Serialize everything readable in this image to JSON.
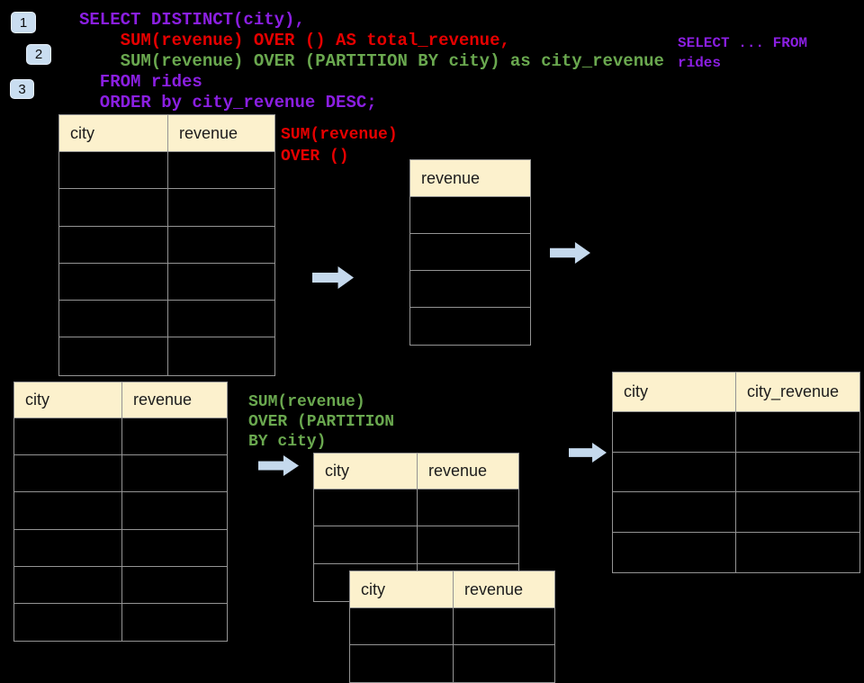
{
  "colors": {
    "background": "#000000",
    "purple": "#8B1FE2",
    "red": "#E60000",
    "green": "#6AA84F",
    "table-header-bg": "#FCF1CD",
    "table-border": "#949494",
    "arrow": "#C5D9ED",
    "badge-bg": "#C9DDF0"
  },
  "badges": {
    "labels": [
      "1",
      "2",
      "3"
    ]
  },
  "code_main": {
    "lines": [
      {
        "text": "SELECT DISTINCT(city),",
        "color": "purple"
      },
      {
        "text": "    SUM(revenue) OVER () AS total_revenue,",
        "color": "red"
      },
      {
        "text": "    SUM(revenue) OVER (PARTITION BY city) as city_revenue",
        "color": "green"
      },
      {
        "text": "  FROM rides",
        "color": "purple"
      },
      {
        "text": "  ORDER by city_revenue DESC;",
        "color": "purple"
      }
    ]
  },
  "code_side": {
    "lines": [
      {
        "text": "SELECT ... FROM",
        "color": "purple"
      },
      {
        "text": "rides",
        "color": "purple"
      }
    ]
  },
  "annotations": {
    "total_revenue_note": {
      "lines": [
        {
          "text": "SUM(revenue)",
          "color": "red"
        },
        {
          "text": "OVER ()",
          "color": "red"
        }
      ]
    },
    "partition_note": {
      "lines": [
        {
          "text": "SUM(revenue)",
          "color": "green"
        },
        {
          "text": "OVER (PARTITION",
          "color": "green"
        },
        {
          "text": "BY city)",
          "color": "green"
        }
      ]
    }
  },
  "tables": {
    "source_top": {
      "headers": [
        "city",
        "revenue"
      ],
      "row_count": 6
    },
    "total_revenue": {
      "headers": [
        "revenue"
      ],
      "row_count": 4
    },
    "source_bottom": {
      "headers": [
        "city",
        "revenue"
      ],
      "row_count": 6
    },
    "partition_mid": {
      "headers": [
        "city",
        "revenue"
      ],
      "row_count": 3
    },
    "result_right": {
      "headers": [
        "city",
        "city_revenue"
      ],
      "row_count": 4
    },
    "partition_overlay": {
      "headers": [
        "city",
        "revenue"
      ],
      "row_count": 2
    }
  }
}
